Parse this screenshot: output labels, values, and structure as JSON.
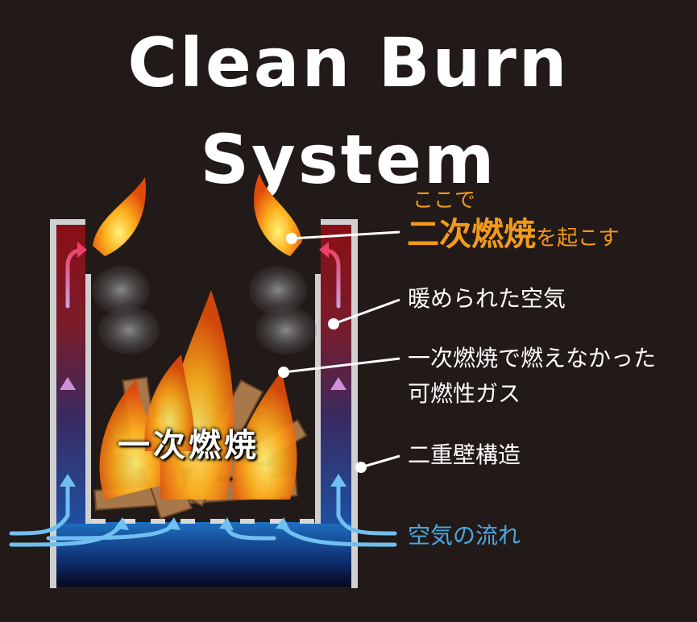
{
  "title": "Clean Burn System",
  "labels": {
    "secondary_prefix": "ここで",
    "secondary_main": "二次燃焼",
    "secondary_suffix": "を起こす",
    "warmed_air": "暖められた空気",
    "unburned_gas_line1": "一次燃焼で燃えなかった",
    "unburned_gas_line2": "可燃性ガス",
    "double_wall": "二重壁構造",
    "air_flow": "空気の流れ",
    "primary_combustion": "一次燃焼"
  },
  "colors": {
    "background": "#221a18",
    "accent_orange": "#f29a1c",
    "air_blue": "#4aa8e0",
    "wall_hot": "#8a0f14",
    "wall_cool": "#1d3c7a",
    "arrow_pink": "#e8416a",
    "arrow_cool": "#c8a0e0"
  }
}
